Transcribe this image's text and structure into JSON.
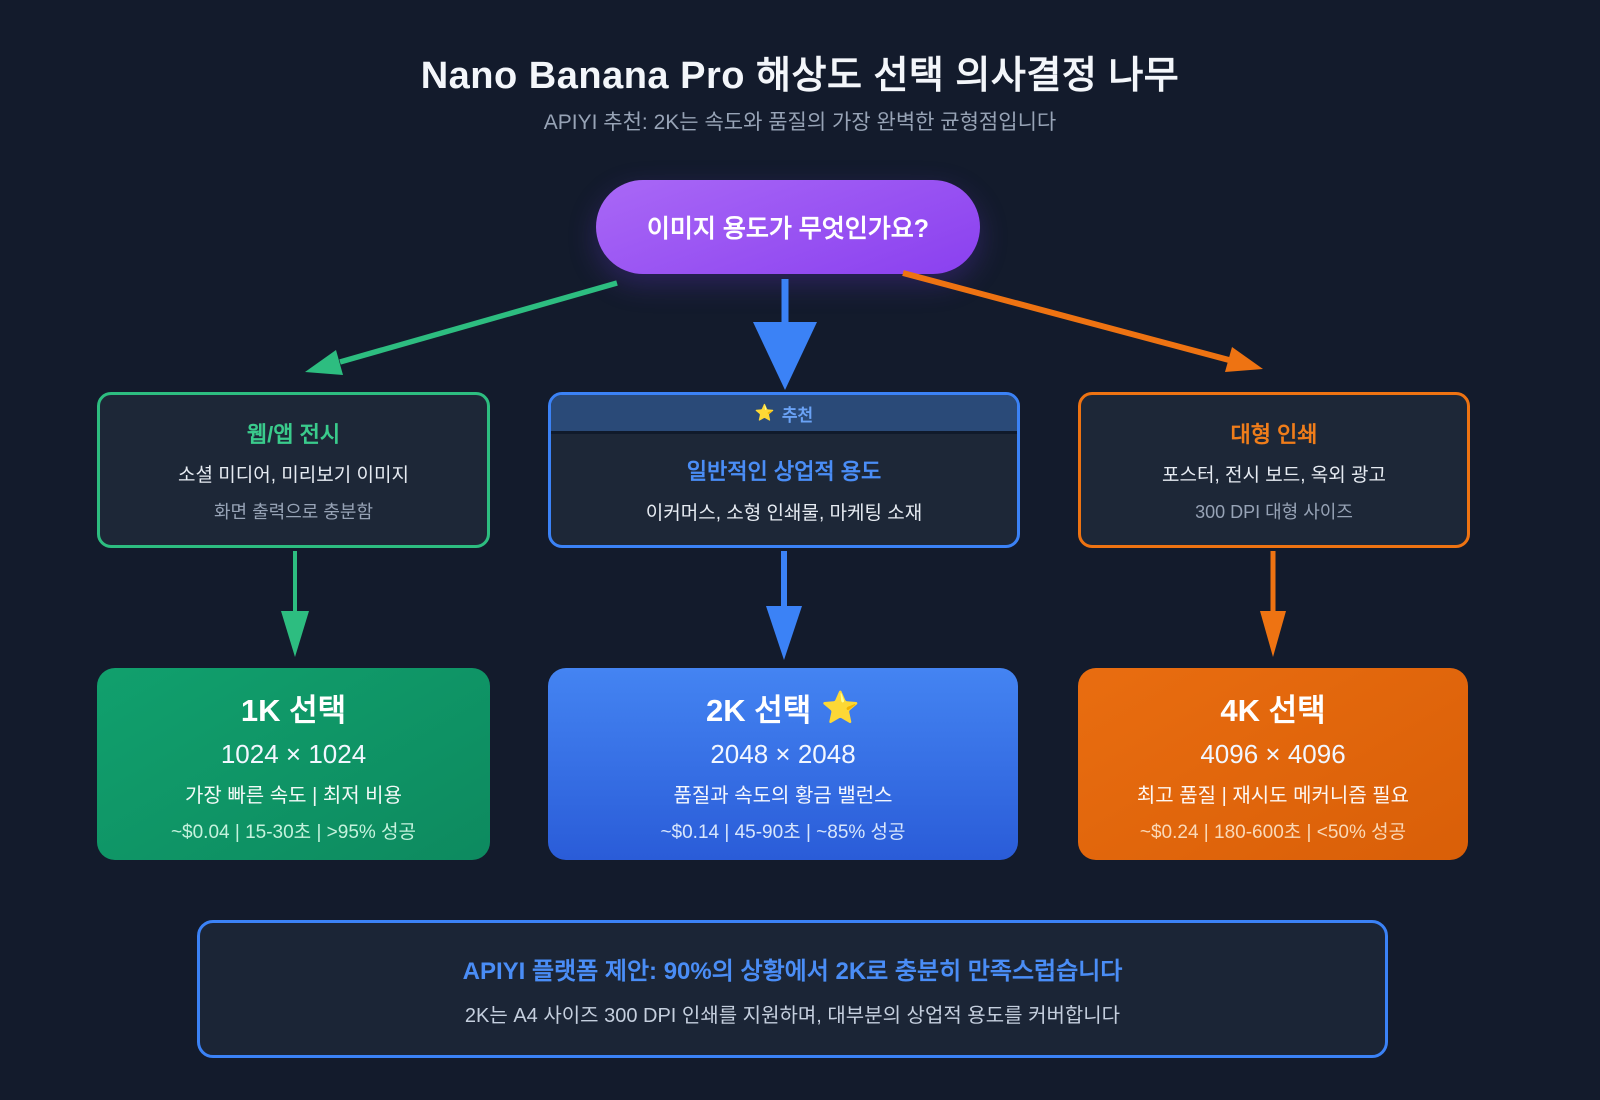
{
  "header": {
    "title": "Nano Banana Pro 해상도 선택 의사결정 나무",
    "subtitle": "APIYI 추천: 2K는 속도와 품질의 가장 완벽한 균형점입니다"
  },
  "root": {
    "question": "이미지 용도가 무엇인가요?"
  },
  "branches": {
    "web": {
      "title": "웹/앱 전시",
      "line1": "소셜 미디어, 미리보기 이미지",
      "line2": "화면 출력으로 충분함"
    },
    "commercial": {
      "badge_star": "⭐",
      "badge": "추천",
      "title": "일반적인 상업적 용도",
      "line1": "이커머스, 소형 인쇄물, 마케팅 소재"
    },
    "print": {
      "title": "대형 인쇄",
      "line1": "포스터, 전시 보드, 옥외 광고",
      "line2": "300 DPI 대형 사이즈"
    }
  },
  "results": {
    "r1k": {
      "title": "1K 선택",
      "resolution": "1024 × 1024",
      "desc": "가장 빠른 속도 | 최저 비용",
      "stats": "~$0.04 | 15-30초 | >95% 성공"
    },
    "r2k": {
      "title": "2K 선택",
      "star": "⭐",
      "resolution": "2048 × 2048",
      "desc": "품질과 속도의 황금 밸런스",
      "stats": "~$0.14 | 45-90초 | ~85% 성공"
    },
    "r4k": {
      "title": "4K 선택",
      "resolution": "4096 × 4096",
      "desc": "최고 품질 | 재시도 메커니즘 필요",
      "stats": "~$0.24 | 180-600초 | <50% 성공"
    }
  },
  "footer": {
    "title": "APIYI 플랫폼 제안: 90%의 상황에서 2K로 충분히 만족스럽습니다",
    "subtitle": "2K는 A4 사이즈 300 DPI 인쇄를 지원하며, 대부분의 상업적 용도를 커버합니다"
  },
  "colors": {
    "bg": "#131b2c",
    "panel": "#1d2737",
    "green": "#2dbd80",
    "green_text": "#3acb8c",
    "blue": "#3b82f6",
    "blue_text": "#4a8df6",
    "badge_band": "#2a4a78",
    "badge_text": "#6aa2f5",
    "orange": "#ee7312",
    "orange_text": "#f07d1a",
    "purple_a": "#a968f6",
    "purple_b": "#8a40ef",
    "text_primary": "#f3f6fa",
    "text_muted": "#97a3b6"
  }
}
